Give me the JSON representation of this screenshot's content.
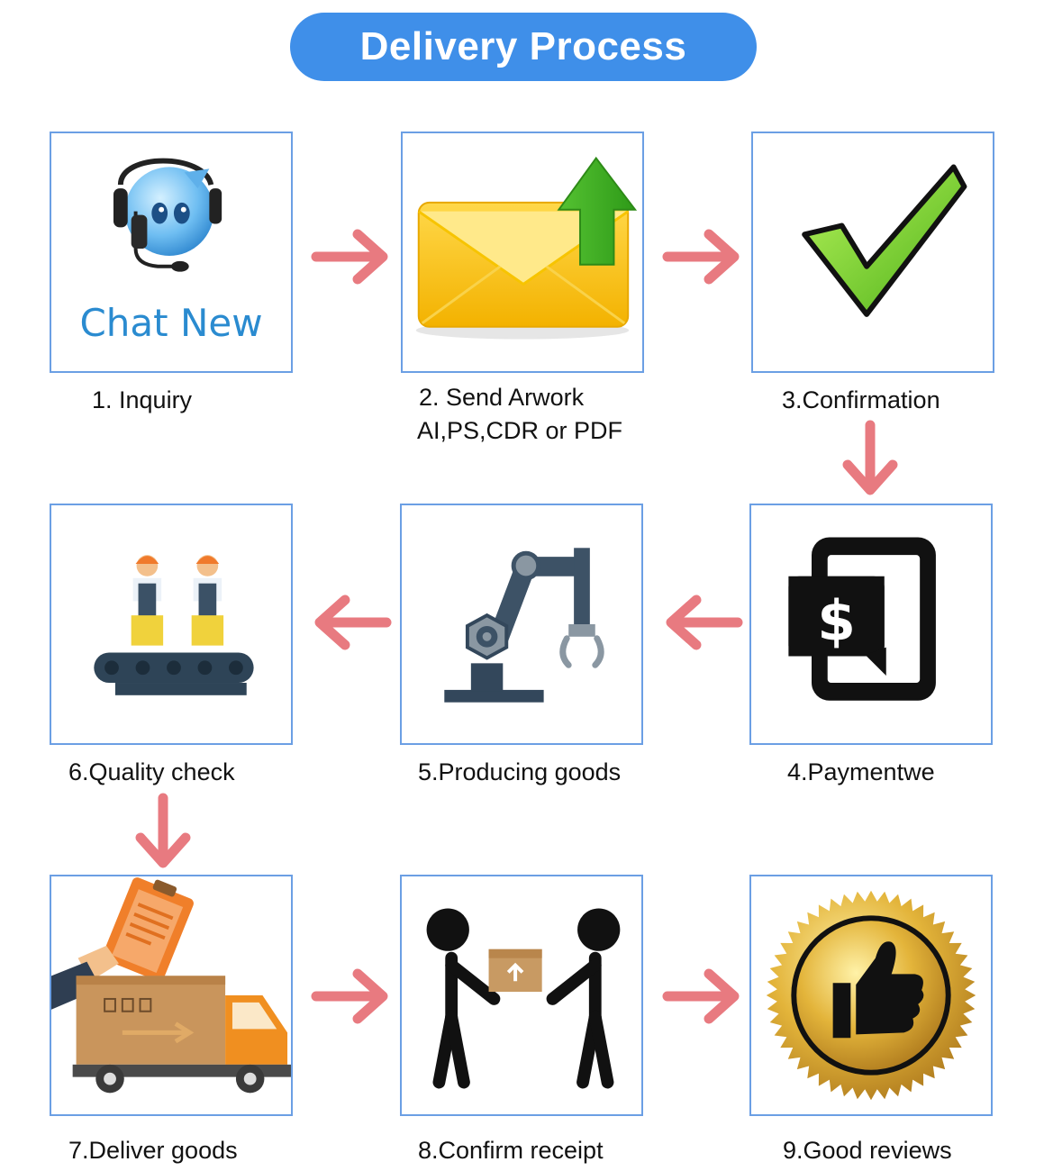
{
  "title": "Delivery Process",
  "colors": {
    "title_bg": "#3f8fe9",
    "box_border": "#6b9fe4",
    "arrow": "#e87a80"
  },
  "steps": [
    {
      "label": "1. Inquiry",
      "icon": "customer-service-chat-icon",
      "icon_text": "Chat New"
    },
    {
      "label_line1": "2. Send Arwork",
      "label_line2": "AI,PS,CDR or PDF",
      "icon": "envelope-upload-icon"
    },
    {
      "label": "3.Confirmation",
      "icon": "checkmark-icon"
    },
    {
      "label": "4.Paymentwe",
      "icon": "mobile-payment-icon"
    },
    {
      "label": "5.Producing goods",
      "icon": "robot-arm-icon"
    },
    {
      "label": "6.Quality check",
      "icon": "workers-conveyor-icon"
    },
    {
      "label": "7.Deliver goods",
      "icon": "delivery-truck-icon"
    },
    {
      "label": "8.Confirm receipt",
      "icon": "package-handover-icon"
    },
    {
      "label": "9.Good reviews",
      "icon": "thumbs-up-seal-icon"
    }
  ]
}
